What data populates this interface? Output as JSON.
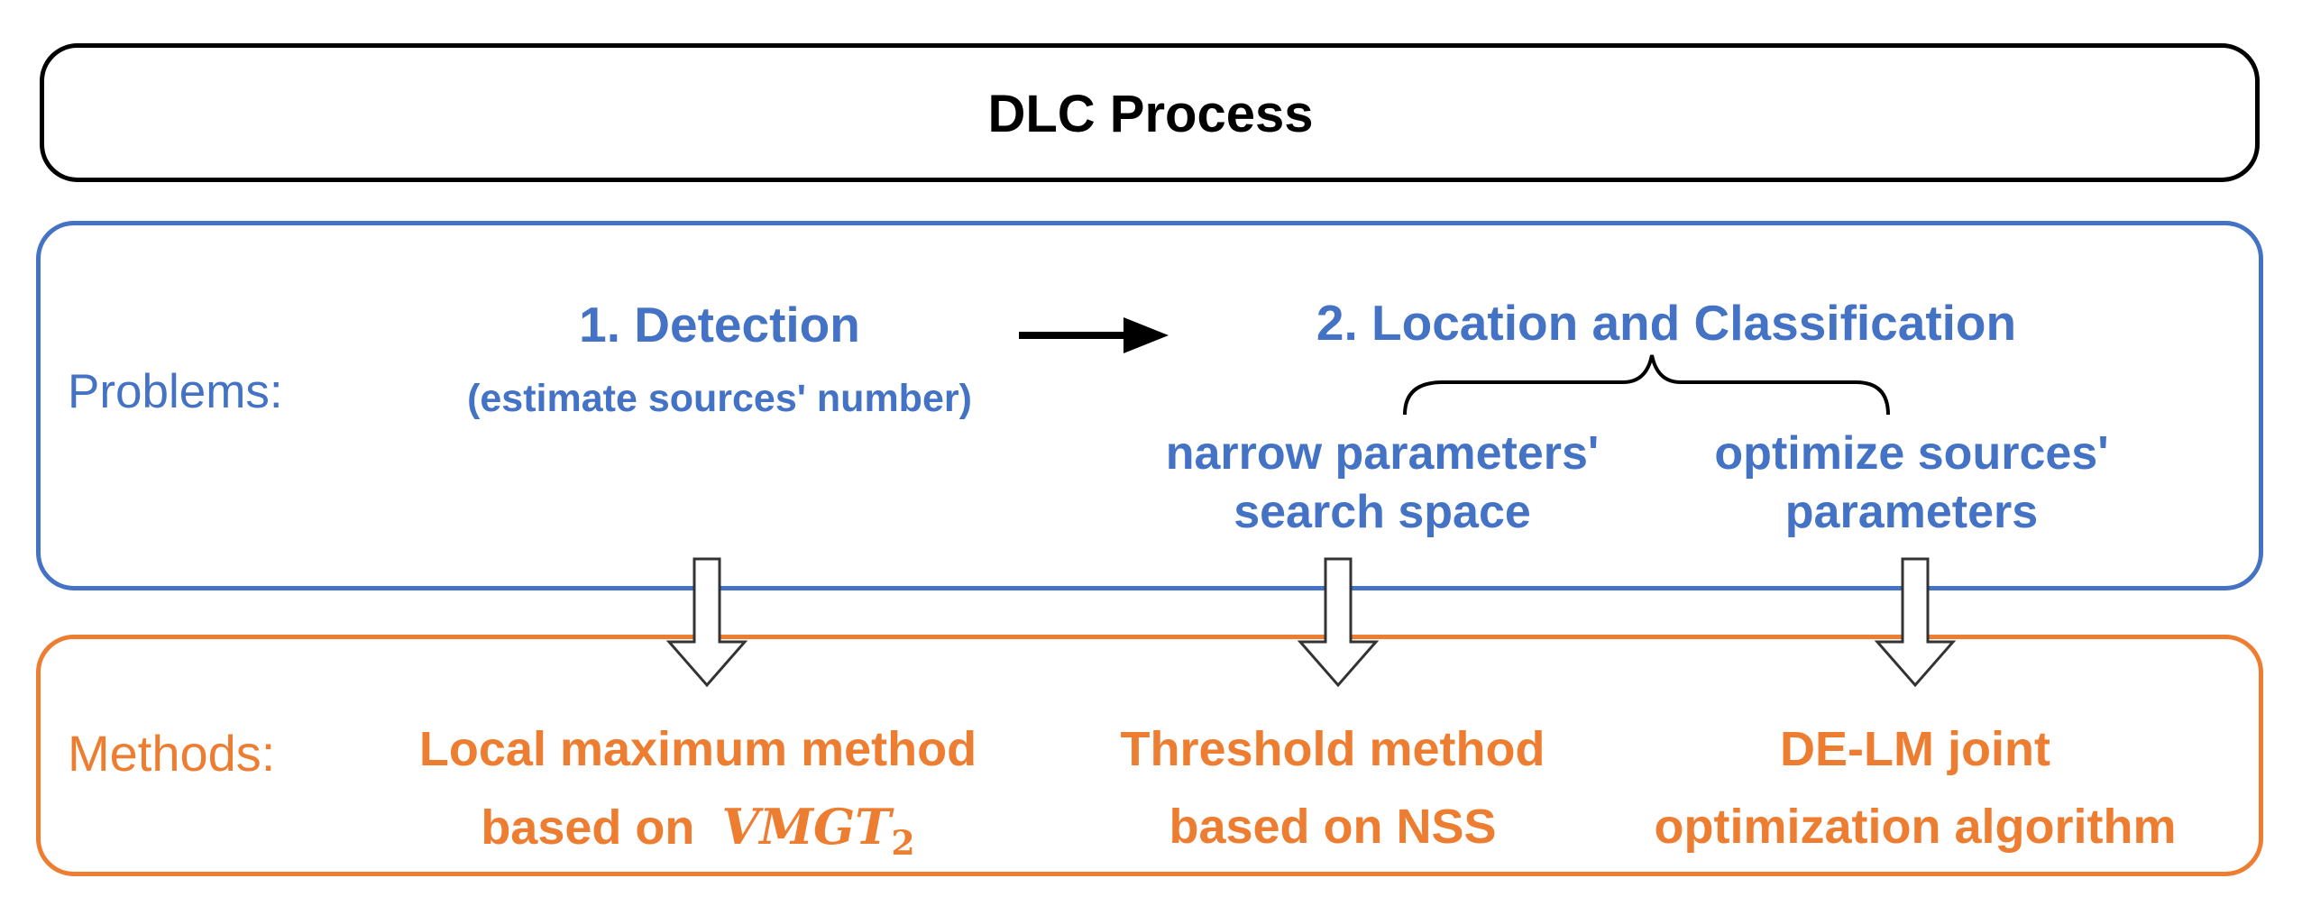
{
  "title": "DLC Process",
  "problems": {
    "label": "Problems:",
    "step1": {
      "title": "1. Detection",
      "subtitle": "(estimate sources' number)"
    },
    "step2": {
      "title": "2. Location and Classification",
      "sub_a": [
        "narrow parameters'",
        "search space"
      ],
      "sub_b": [
        "optimize sources'",
        "parameters"
      ]
    }
  },
  "methods": {
    "label": "Methods:",
    "method_a": {
      "line1": "Local maximum method",
      "line2_prefix": "based on",
      "math_base": "VMGT",
      "math_sub": "2"
    },
    "method_b": [
      "Threshold method",
      "based on NSS"
    ],
    "method_c": [
      "DE-LM joint",
      "optimization algorithm"
    ]
  },
  "colors": {
    "problems": "#4472C4",
    "methods": "#ED7D31",
    "title_border": "#000000"
  }
}
